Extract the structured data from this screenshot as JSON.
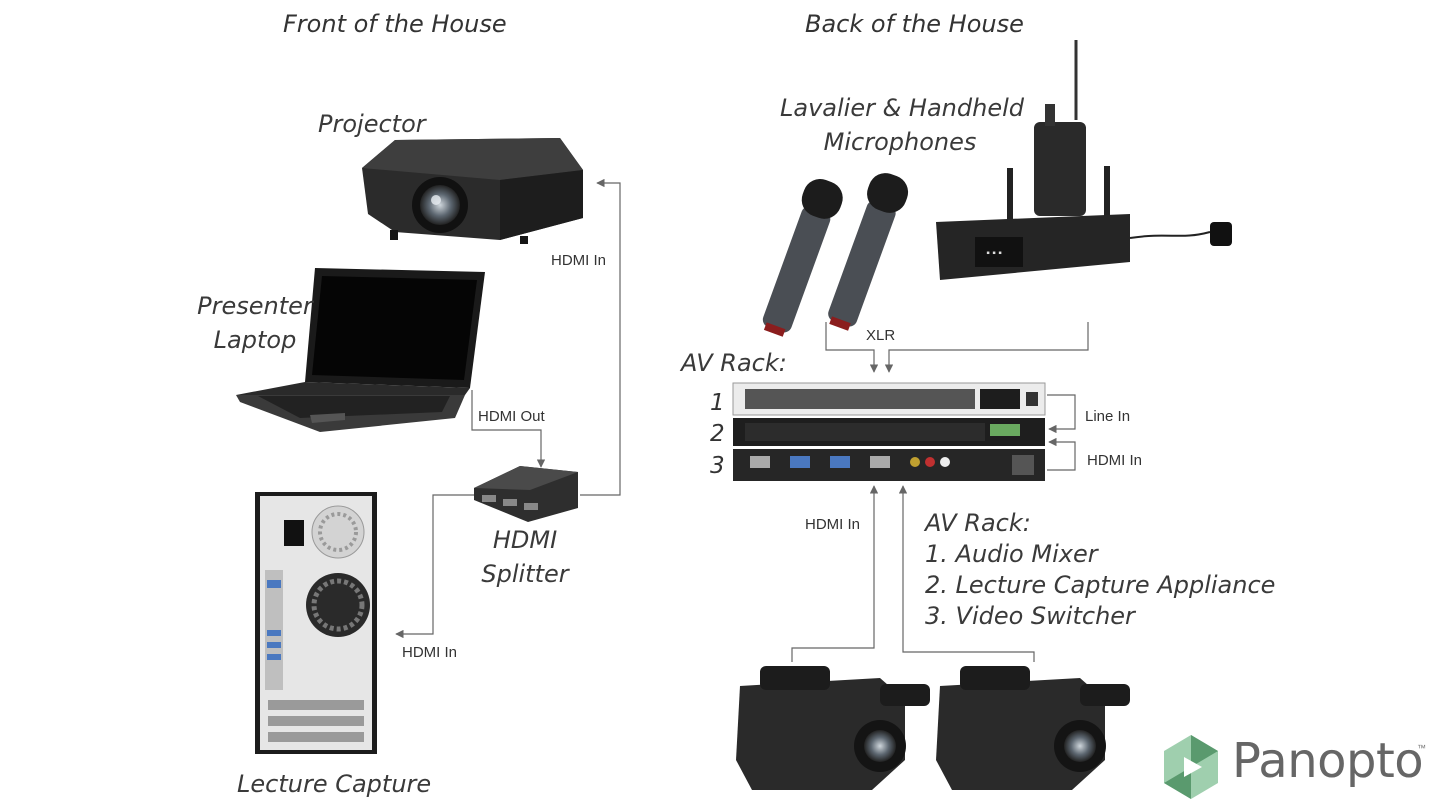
{
  "titles": {
    "front": "Front of the House",
    "back": "Back of the House"
  },
  "devices": {
    "projector": "Projector",
    "laptop_l1": "Presenter",
    "laptop_l2": "Laptop",
    "splitter_l1": "HDMI",
    "splitter_l2": "Splitter",
    "capture": "Lecture Capture",
    "mics_l1": "Lavalier & Handheld",
    "mics_l2": "Microphones",
    "rack": "AV Rack:"
  },
  "connections": {
    "hdmi_in_projector": "HDMI In",
    "hdmi_out_laptop": "HDMI Out",
    "hdmi_in_capture": "HDMI In",
    "xlr": "XLR",
    "line_in": "Line In",
    "hdmi_in_rack": "HDMI In",
    "hdmi_in_cameras": "HDMI In"
  },
  "rack_numbers": [
    "1",
    "2",
    "3"
  ],
  "legend": {
    "title": "AV Rack:",
    "items": [
      "1. Audio Mixer",
      "2. Lecture Capture Appliance",
      "3. Video Switcher"
    ]
  },
  "logo": {
    "name": "Panopto",
    "mark": "™"
  },
  "colors": {
    "line": "#666666",
    "text": "#333333",
    "logo_green_dark": "#5a9a6e",
    "logo_green_light": "#9fcfae"
  }
}
